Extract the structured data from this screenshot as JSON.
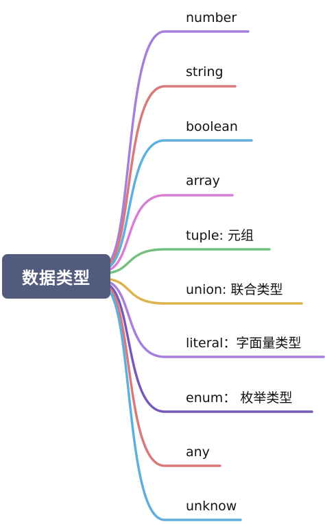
{
  "root": {
    "label": "数据类型",
    "color": "#535b7c"
  },
  "branches": [
    {
      "label": "number",
      "color": "#a67fdc"
    },
    {
      "label": "string",
      "color": "#d97a7a"
    },
    {
      "label": "boolean",
      "color": "#5eaede"
    },
    {
      "label": "array",
      "color": "#d87dd6"
    },
    {
      "label": "tuple: 元组",
      "color": "#74c07f"
    },
    {
      "label": "union: 联合类型",
      "color": "#dcb44e"
    },
    {
      "label": "literal：字面量类型",
      "color": "#a67fdc"
    },
    {
      "label": "enum： 枚举类型",
      "color": "#7558b9"
    },
    {
      "label": "any",
      "color": "#d97a7a"
    },
    {
      "label": "unknow",
      "color": "#5eaede"
    }
  ]
}
